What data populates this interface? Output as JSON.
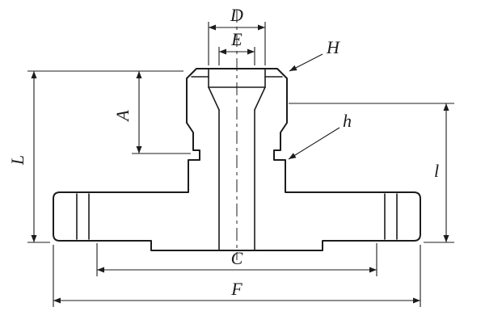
{
  "colors": {
    "line": "#1c1c1c",
    "background": "#ffffff"
  },
  "dimensions": {
    "D": "D",
    "E": "E",
    "H": "H",
    "A": "A",
    "h": "h",
    "L": "L",
    "l": "l",
    "C": "C",
    "F": "F"
  }
}
